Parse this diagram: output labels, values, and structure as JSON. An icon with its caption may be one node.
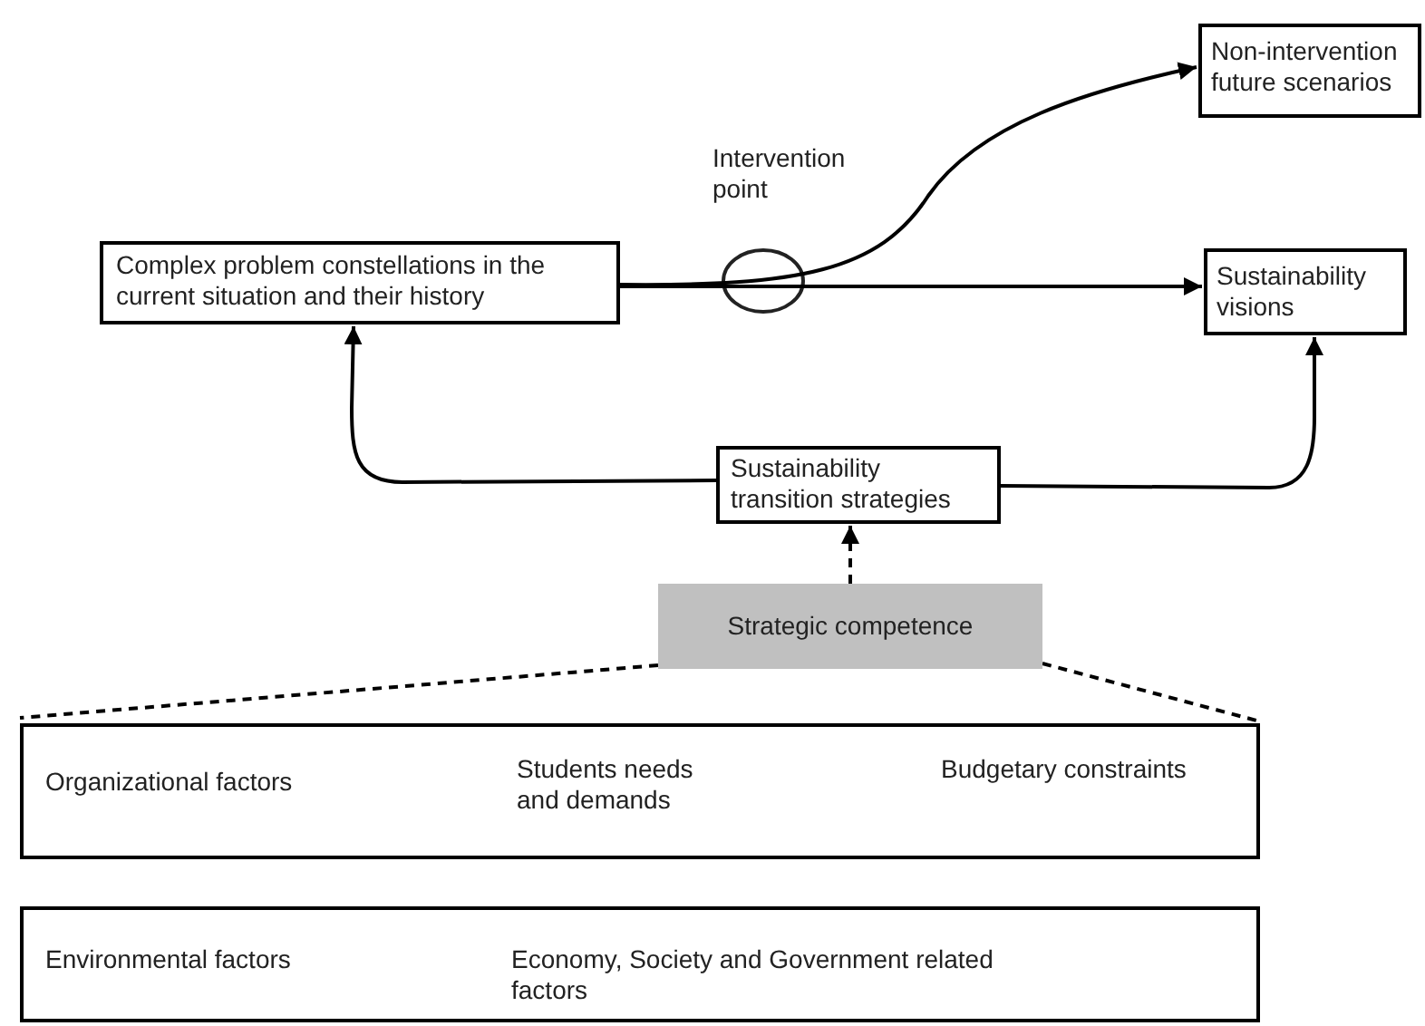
{
  "diagram": {
    "nodes": [
      {
        "text": [
          "Complex problem constellations in the current situation and their history"
        ]
      },
      {
        "text": [
          "Non-intervention future scenarios"
        ]
      },
      {
        "text": [
          "Sustainability visions"
        ]
      },
      {
        "text": [
          "Sustainability transition strategies"
        ]
      },
      {
        "text": [
          "Strategic competence"
        ]
      },
      {
        "text": [
          "Organizational factors",
          "Students needs and demands",
          "Budgetary constraints"
        ]
      },
      {
        "text": [
          "Environmental factors",
          "Economy, Society and Government related factors"
        ]
      }
    ],
    "edges": [
      {
        "from": 0,
        "to": 1,
        "arrow": "to"
      },
      {
        "from": 0,
        "to": 2,
        "arrow": "to"
      },
      {
        "from": 3,
        "to": 0,
        "arrow": "to"
      },
      {
        "from": 3,
        "to": 2,
        "arrow": "to"
      },
      {
        "from": 4,
        "to": 3,
        "arrow": "to",
        "style": "dashed"
      },
      {
        "from": 4,
        "to": 5,
        "arrow": "none",
        "style": "dashed"
      },
      {
        "from": 4,
        "to": 5,
        "arrow": "none",
        "style": "dashed"
      }
    ],
    "labels": [
      "Intervention point"
    ]
  }
}
